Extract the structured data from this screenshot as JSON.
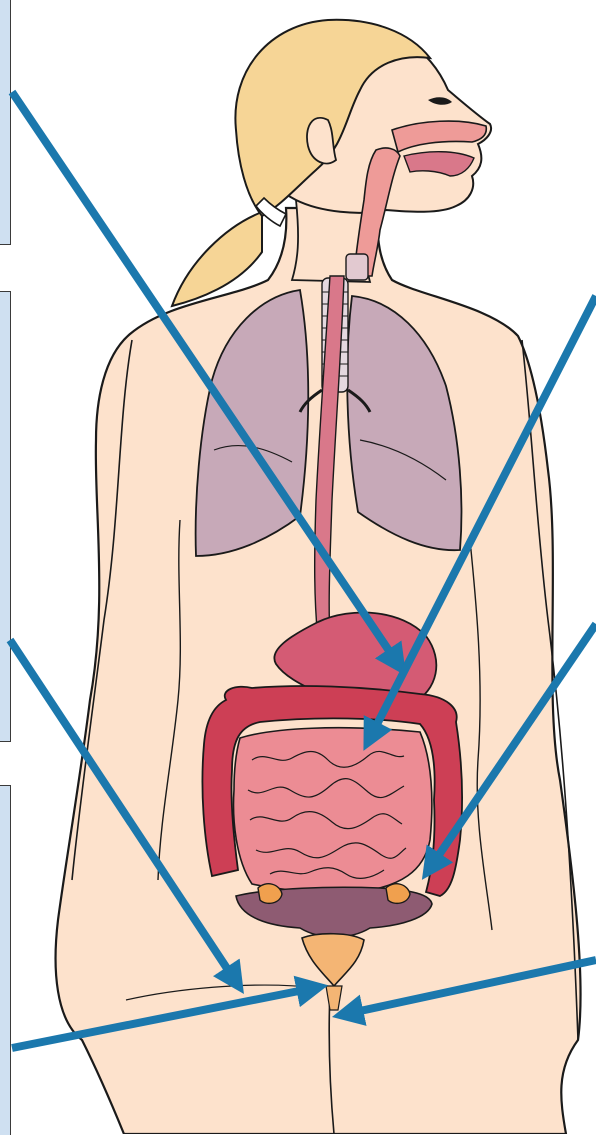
{
  "figure": {
    "subject": "female-body-internal-organs",
    "colors": {
      "background": "#ffffff",
      "label_box": "#cfe0f1",
      "arrow": "#1b78ad",
      "skin": "#fde2cc",
      "hair": "#f6d596",
      "lungs": "#c7a9b8",
      "esophagus": "#d9788a",
      "stomach": "#d45b74",
      "large_intestine": "#cd3f55",
      "small_intestine": "#ec8c94",
      "uterus": "#8e5b72",
      "ovaries": "#f0a04e",
      "bladder": "#f4b574",
      "outline": "#1a1a1a"
    },
    "label_boxes": [
      {
        "id": "box-top-left",
        "text": ""
      },
      {
        "id": "box-middle-left",
        "text": ""
      },
      {
        "id": "box-bottom-left",
        "text": ""
      }
    ],
    "arrows": [
      {
        "id": "arrow-to-stomach",
        "from": "box-top-left",
        "target": "stomach"
      },
      {
        "id": "arrow-to-small-intestine",
        "from": "right-edge-upper",
        "target": "small-intestine"
      },
      {
        "id": "arrow-to-ovary",
        "from": "right-edge-middle",
        "target": "ovary"
      },
      {
        "id": "arrow-to-pelvic-floor",
        "from": "box-middle-left",
        "target": "pelvic-region"
      },
      {
        "id": "arrow-to-urethra-left",
        "from": "box-bottom-left",
        "target": "urethra"
      },
      {
        "id": "arrow-to-urethra-right",
        "from": "right-edge-lower",
        "target": "urethra"
      }
    ]
  }
}
